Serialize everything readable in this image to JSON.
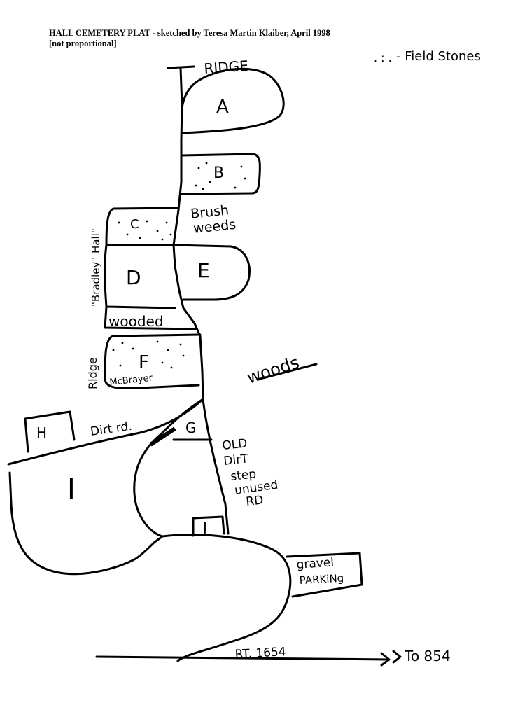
{
  "header": {
    "title": "HALL CEMETERY PLAT - sketched by Teresa Martin Klaiber, April 1998",
    "subtitle": "[not proportional]"
  },
  "legend": {
    "symbol": ". : .",
    "label": "- Field Stones"
  },
  "sections": {
    "a": "A",
    "b": "B",
    "c": "C",
    "d": "D",
    "e": "E",
    "f": "F",
    "g": "G",
    "h": "H",
    "i": "I",
    "j": "J"
  },
  "labels": {
    "ridge_top": "RIDGE",
    "brush_1": "Brush",
    "brush_2": "weeds",
    "bradley_hall": "\"Bradley\" Hall\"",
    "wooded": "wooded",
    "ridge_left": "Ridge",
    "mcbrayer": "McBrayer",
    "woods": "woods",
    "dirt_rd": "Dirt rd.",
    "old_1": "OLD",
    "old_2": "DirT",
    "old_3": "step",
    "old_4": "unused",
    "old_5": "RD",
    "gravel_1": "gravel",
    "gravel_2": "PARKiNg",
    "route": "RT. 1654",
    "to_854": "To 854"
  },
  "colors": {
    "ink": "#000000",
    "paper": "#ffffff"
  }
}
